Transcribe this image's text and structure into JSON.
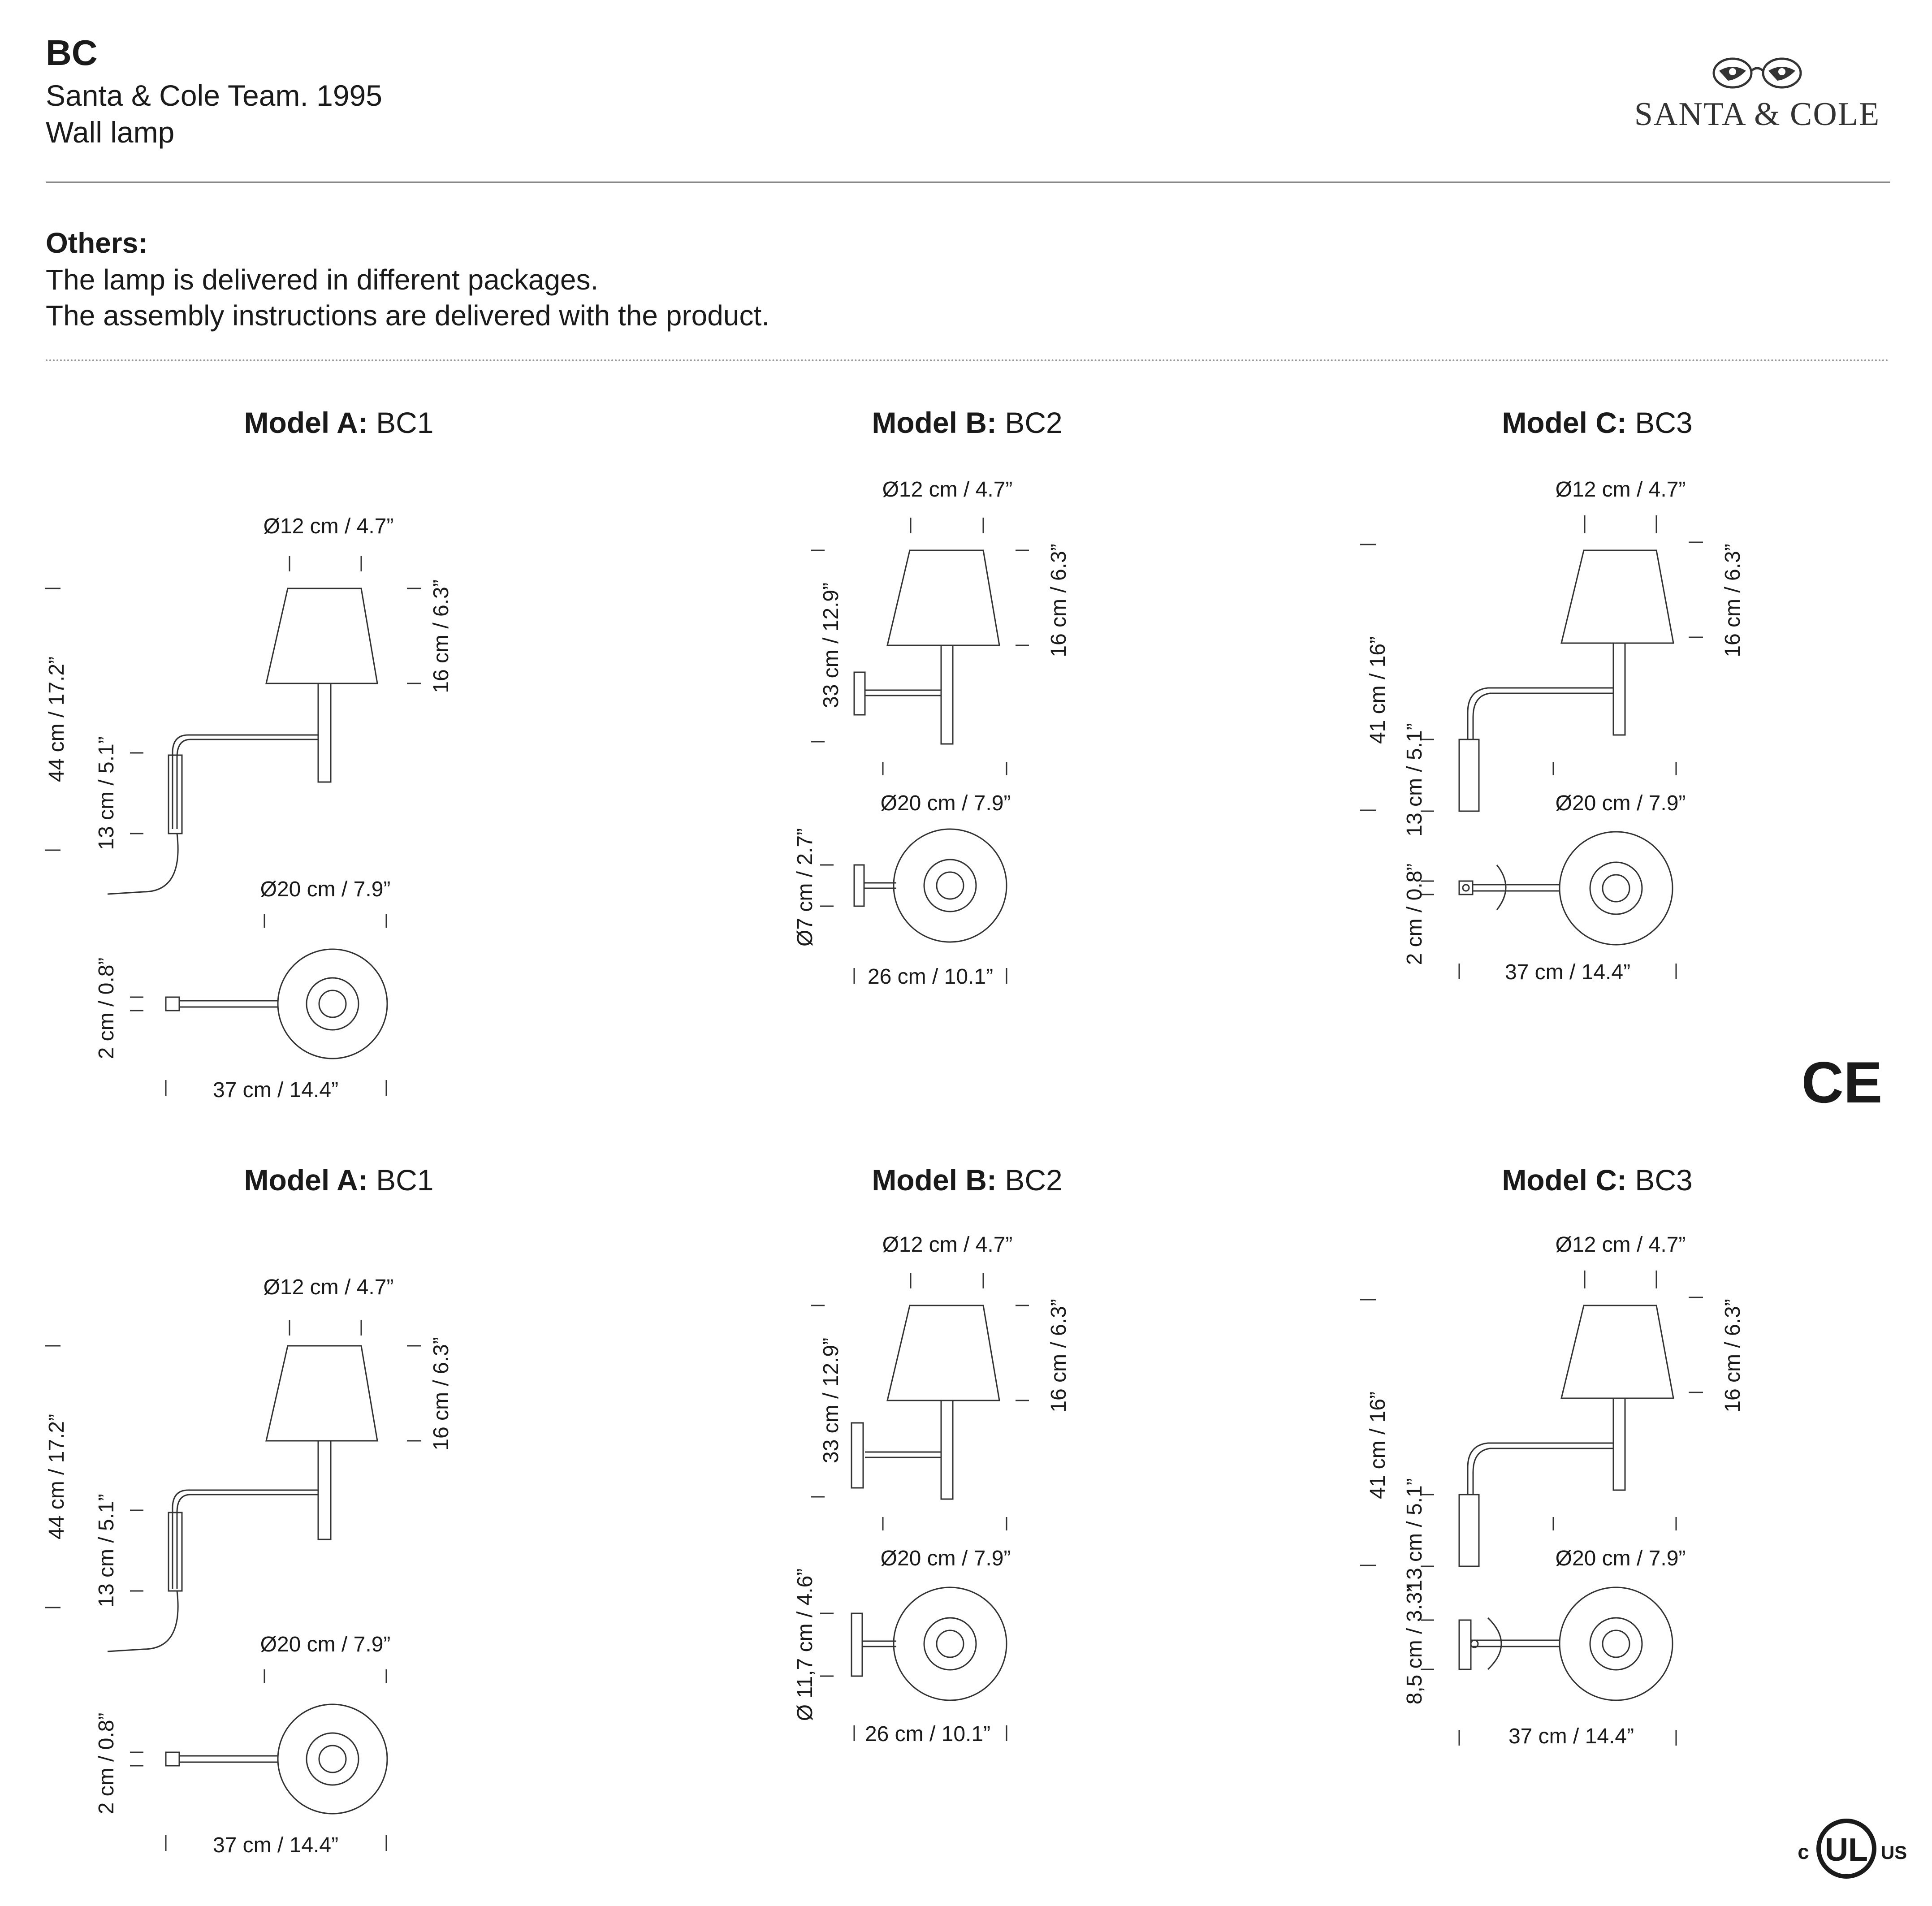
{
  "header": {
    "product": "BC",
    "designer": "Santa & Cole Team. 1995",
    "type": "Wall lamp",
    "brand": "SANTA & COLE"
  },
  "others": {
    "heading": "Others:",
    "lines": [
      "The lamp is delivered in different packages.",
      "The assembly instructions are delivered with the product."
    ]
  },
  "models": [
    {
      "label": "Model A:",
      "code": "BC1",
      "dims": {
        "shade_top": "Ø12 cm / 4.7”",
        "shade_height": "16 cm / 6.3”",
        "total_height": "44 cm / 17.2”",
        "plate_height": "13 cm / 5.1”",
        "shade_bottom": "Ø20 cm / 7.9”",
        "plate_depth": "2 cm / 0.8”",
        "arm_length": "37 cm / 14.4”"
      }
    },
    {
      "label": "Model B:",
      "code": "BC2",
      "dims": {
        "shade_top": "Ø12 cm / 4.7”",
        "shade_height": "16 cm / 6.3”",
        "total_height": "33 cm / 12.9”",
        "shade_bottom": "Ø20 cm / 7.9”",
        "plate_diameter": "Ø7 cm / 2.7”",
        "arm_length": "26 cm / 10.1”"
      }
    },
    {
      "label": "Model C:",
      "code": "BC3",
      "dims": {
        "shade_top": "Ø12 cm / 4.7”",
        "shade_height": "16 cm / 6.3”",
        "total_height": "41 cm / 16”",
        "plate_height": "13 cm / 5.1”",
        "shade_bottom": "Ø20 cm / 7.9”",
        "plate_depth": "2 cm / 0.8”",
        "arm_length": "37 cm / 14.4”"
      }
    },
    {
      "label": "Model A:",
      "code": "BC1",
      "dims": {
        "shade_top": "Ø12 cm / 4.7”",
        "shade_height": "16 cm / 6.3”",
        "total_height": "44 cm / 17.2”",
        "plate_height": "13 cm / 5.1”",
        "shade_bottom": "Ø20 cm / 7.9”",
        "plate_depth": "2 cm / 0.8”",
        "arm_length": "37 cm / 14.4”"
      }
    },
    {
      "label": "Model B:",
      "code": "BC2",
      "dims": {
        "shade_top": "Ø12 cm / 4.7”",
        "shade_height": "16 cm / 6.3”",
        "total_height": "33 cm / 12.9”",
        "shade_bottom": "Ø20 cm / 7.9”",
        "plate_diameter": "Ø 11,7 cm / 4.6”",
        "arm_length": "26 cm / 10.1”"
      }
    },
    {
      "label": "Model C:",
      "code": "BC3",
      "dims": {
        "shade_top": "Ø12 cm / 4.7”",
        "shade_height": "16 cm / 6.3”",
        "total_height": "41 cm / 16”",
        "plate_height": "13 cm / 5.1”",
        "shade_bottom": "Ø20 cm / 7.9”",
        "plate_depth": "8,5 cm / 3.3”",
        "arm_length": "37 cm / 14.4”"
      }
    }
  ],
  "certifications": {
    "ce": "CE",
    "ul_c": "c",
    "ul_mark": "UL",
    "ul_us": "US"
  },
  "icons": [
    "logo-eyes-icon",
    "ce-mark-icon",
    "ul-mark-icon"
  ]
}
